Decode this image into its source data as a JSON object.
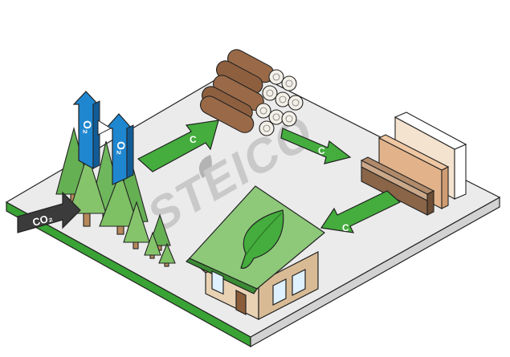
{
  "logo": {
    "text": "STEICO"
  },
  "labels": {
    "co2": "CO₂",
    "o2": "O₂",
    "carbon": "C"
  },
  "colors": {
    "platform_top": "#ebebeb",
    "platform_side": "#d2d2d2",
    "platform_edge_green": "#3aa335",
    "arrow_green": "#44ad3d",
    "arrow_blue": "#1f86d0",
    "arrow_dark": "#3b3b3b",
    "tree_green": "#66b054",
    "tree_light": "#86c46c",
    "trunk": "#b7885a",
    "log_brown": "#9a6a48",
    "roof_green": "#8ec97a",
    "wall_wood": "#e9d2b4",
    "logo_grey": "#c9c9c9"
  }
}
